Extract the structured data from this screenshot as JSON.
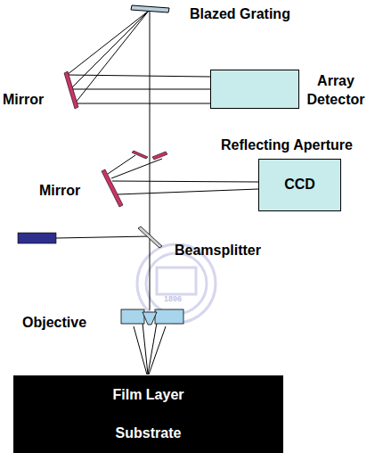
{
  "diagram": {
    "nodes": [
      {
        "text": [
          "Array Detector"
        ]
      },
      {
        "text": [
          "CCD"
        ]
      },
      {
        "text": [
          "Film Layer"
        ]
      },
      {
        "text": [
          "Substrate"
        ]
      }
    ],
    "labels": [
      "Blazed Grating",
      "Mirror",
      "Reflecting Aperture",
      "Mirror",
      "Beamsplitter",
      "Objective",
      "1896"
    ]
  }
}
